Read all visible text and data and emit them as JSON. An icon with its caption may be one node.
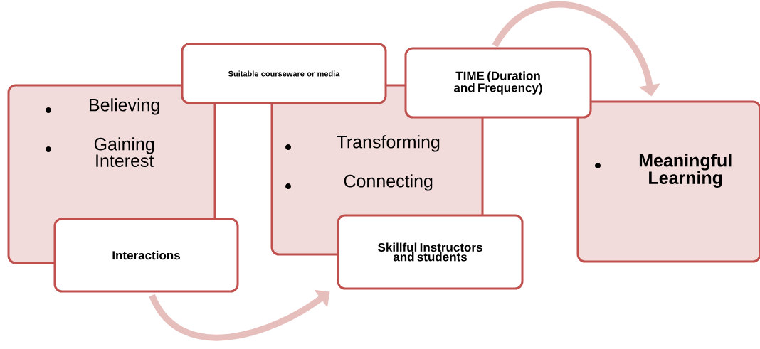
{
  "diagram": {
    "nodes": [
      {
        "text": [
          "Believing",
          "Gaining Interest"
        ]
      },
      {
        "text": [
          "Interactions"
        ]
      },
      {
        "text": [
          "Suitable courseware or media"
        ]
      },
      {
        "text": [
          "Transforming",
          "Connecting"
        ]
      },
      {
        "text": [
          "Skillful Instructors and students"
        ]
      },
      {
        "text": [
          "TIME (Duration and Frequency)"
        ]
      },
      {
        "text": [
          "Meaningful Learning"
        ]
      }
    ],
    "edges": [
      {
        "from": 1,
        "to": 4,
        "arrow": "to"
      },
      {
        "from": 5,
        "to": 6,
        "arrow": "to"
      }
    ]
  }
}
